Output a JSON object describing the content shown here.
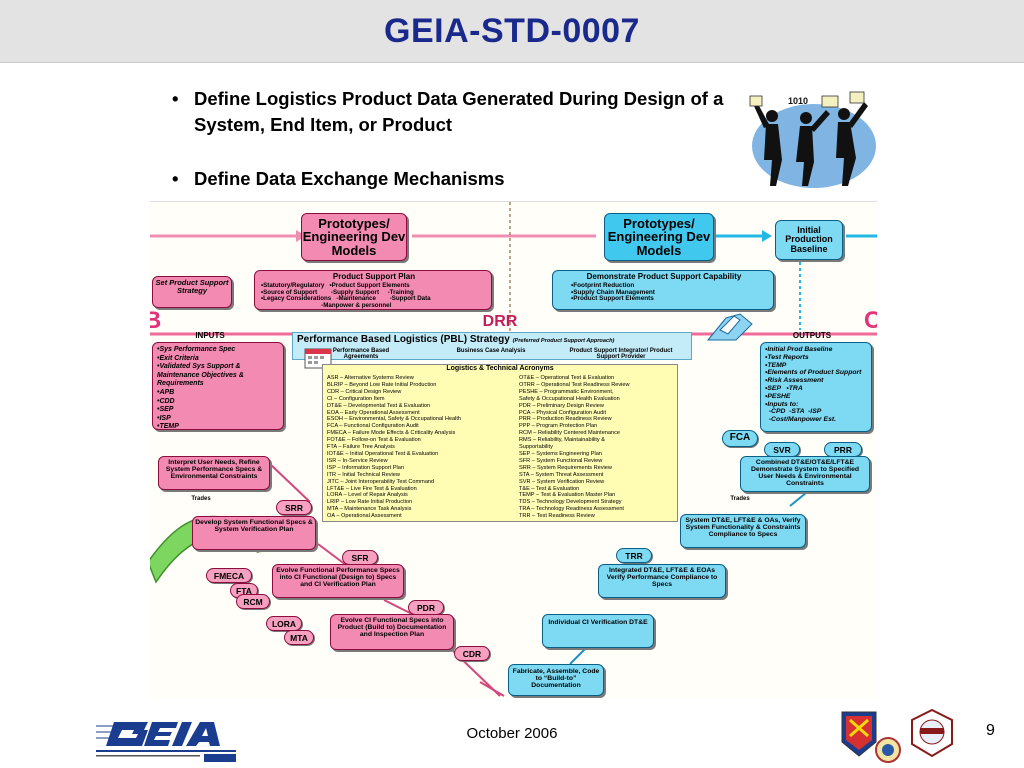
{
  "title": "GEIA-STD-0007",
  "bullets": [
    "Define Logistics Product Data Generated During Design of a System, End Item, or Product",
    "Define Data Exchange Mechanisms"
  ],
  "diagram": {
    "proto_left": "Prototypes/ Engineering Dev Models",
    "proto_right": "Prototypes/ Engineering Dev Models",
    "initial_production": "Initial Production Baseline",
    "set_product_support": "Set Product Support Strategy",
    "product_support_plan_title": "Product Support Plan",
    "product_support_plan_body": "•Statutory/Regulatory   •Product Support Elements\n•Source of Support        -Supply Support     -Training\n•Legacy Considerations   -Maintenance        -Support Data\n                                   -Manpower & personnel",
    "demonstrate_title": "Demonstrate Product Support Capability",
    "demonstrate_body": "•Footprint Reduction\n•Supply Chain Management\n•Product Support Elements",
    "drr": "DRR",
    "left_edge_letter": "B",
    "right_edge_letter": "C",
    "inputs_title": "INPUTS",
    "inputs_body": "•Sys Performance Spec\n•Exit Criteria\n•Validated Sys Support & Maintenance Objectives & Requirements\n•APB\n•CDD\n•SEP\n•ISP\n•TEMP",
    "pbl_title": "Performance Based Logistics (PBL) Strategy",
    "pbl_note": "(Preferred Product Support Approach)",
    "pbl_sub": [
      "Performance Based Agreements",
      "Business Case Analysis",
      "Product Support Integrator/ Product Support Provider"
    ],
    "outputs_title": "OUTPUTS",
    "outputs_body": "•Initial Prod Baseline\n•Test Reports\n•TEMP\n•Elements of Product Support\n•Risk Assessment\n•SEP   •TRA\n•PESHE\n•Inputs to:\n  -CPD  -STA  -ISP\n  -Cost/Manpower Est.",
    "acronyms_title": "Logistics & Technical Acronyms",
    "acronyms_left": [
      "ASR – Alternative Systems Review",
      "BLRIP – Beyond Low Rate Initial Production",
      "CDR – Critical Design Review",
      "CI – Configuration Item",
      "DT&E – Developmental Test & Evaluation",
      "EOA – Early Operational Assessment",
      "ESOH – Environmental, Safety & Occupational Health",
      "FCA – Functional Configuration Audit",
      "FMECA – Failure Mode Effects & Criticality Analysis",
      "FOT&E – Follow-on Test & Evaluation",
      "FTA – Failure Tree Analysis",
      "IOT&E – Initial Operational Test & Evaluation",
      "ISR – In-Service Review",
      "ISP – Information Support Plan",
      "ITR – Initial Technical Review",
      "JITC – Joint Interoperability Test Command",
      "LFT&E – Live Fire Test & Evaluation",
      "LORA – Level of Repair Analysis",
      "LRIP – Low Rate Initial Production",
      "MTA – Maintenance Task Analysis",
      "OA – Operational Assessment"
    ],
    "acronyms_right": [
      "OT&E – Operational Test & Evaluation",
      "OTRR – Operational Test Readiness Review",
      "PESHE – Programmatic Environment,",
      "   Safety & Occupational Health Evaluation",
      "PDR – Preliminary Design Review",
      "PCA – Physical Configuration Audit",
      "PRR – Production Readiness Review",
      "PPP – Program Protection Plan",
      "RCM – Reliability Centered Maintenance",
      "RMS – Reliability, Maintainability &",
      "   Supportability",
      "SEP – Systems Engineering Plan",
      "SFR – System Functional Review",
      "SRR – System Requirements Review",
      "STA – System Threat Assessment",
      "SVR – System Verification Review",
      "T&E – Test & Evaluation",
      "TEMP – Test & Evaluation Master Plan",
      "TDS – Technology Development Strategy",
      "TRA – Technology Readiness Assessment",
      "TRR – Test Readiness Review"
    ],
    "fca": "FCA",
    "svr": "SVR",
    "prr": "PRR",
    "combined_dte": "Combined DT&E/OT&E/LFT&E Demonstrate System to Specified User Needs & Environmental Constraints",
    "interpret_user_needs": "Interpret User Needs, Refine System Performance Specs & Environmental Constraints",
    "trades_left": "Trades",
    "trades_right": "Trades",
    "srr": "SRR",
    "develop_functional": "Develop System Functional Specs & System Verification Plan",
    "system_dte": "System DT&E, LFT&E & OAs, Verify System Functionality & Constraints Compliance to Specs",
    "sfr": "SFR",
    "evolve_functional": "Evolve Functional Performance Specs into CI Functional (Design to) Specs and CI Verification Plan",
    "trr": "TRR",
    "integrated_dte": "Integrated DT&E, LFT&E & EOAs Verify Performance Compliance to Specs",
    "fmeca": "FMECA",
    "fta": "FTA",
    "rcm": "RCM",
    "pdr": "PDR",
    "lora": "LORA",
    "mta": "MTA",
    "evolve_ci": "Evolve CI Functional Specs into Product (Build to) Documentation and Inspection Plan",
    "individual_ci": "Individual CI Verification DT&E",
    "cdr": "CDR",
    "fabricate": "Fabricate, Assemble, Code to “Build-to” Documentation"
  },
  "footer": {
    "date": "October 2006",
    "page": "9"
  },
  "colors": {
    "title": "#1a2a8c",
    "pink": "#f6a1bf",
    "cyan": "#40c8ee",
    "magenta_arrow": "#e0337a",
    "green_arrow": "#4caf3c"
  }
}
